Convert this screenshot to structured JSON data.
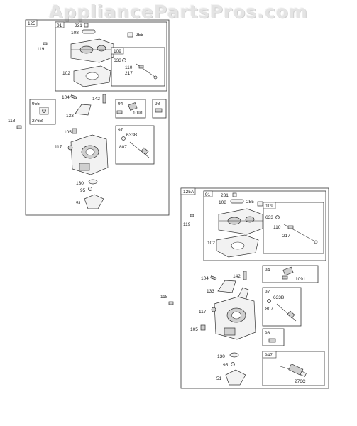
{
  "watermark": "AppliancePartsPros.com",
  "left_assembly": {
    "box_label": "125",
    "sub_91": "91",
    "labels": {
      "l231": "231",
      "l108": "108",
      "l255": "255",
      "l119": "119",
      "l109": "109",
      "l633": "633",
      "l110": "110",
      "l217": "217",
      "l102": "102",
      "l104": "104",
      "l142": "142",
      "l955": "955",
      "l276b": "276B",
      "l133": "133",
      "l94": "94",
      "l1091": "1091",
      "l98": "98",
      "l118": "118",
      "l105": "105",
      "l97": "97",
      "l633b": "633B",
      "l807": "807",
      "l117": "117",
      "l130": "130",
      "l95": "95",
      "l51": "51"
    }
  },
  "right_assembly": {
    "box_label": "125A",
    "sub_91": "91",
    "labels": {
      "l231": "231",
      "l108": "108",
      "l255": "255",
      "l119": "119",
      "l109": "109",
      "l633": "633",
      "l110": "110",
      "l217": "217",
      "l102": "102",
      "l104": "104",
      "l142": "142",
      "l94": "94",
      "l1091": "1091",
      "l133": "133",
      "l97": "97",
      "l633b": "633B",
      "l807": "807",
      "l118": "118",
      "l117": "117",
      "l105": "105",
      "l98": "98",
      "l130": "130",
      "l95": "95",
      "l947": "947",
      "l276c": "276C",
      "l51": "51"
    }
  }
}
